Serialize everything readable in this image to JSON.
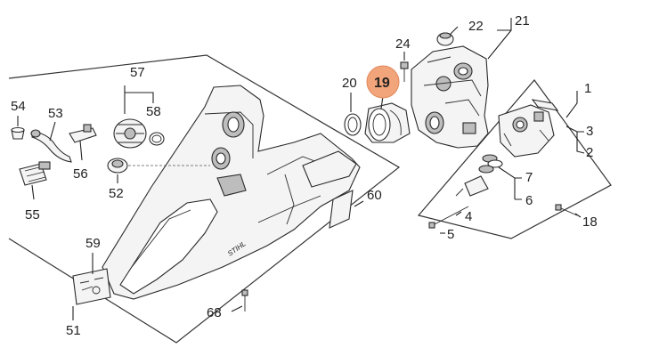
{
  "diagram": {
    "highlight_color": "#f2a47a",
    "highlighted_part": "19",
    "callouts": {
      "c1": "1",
      "c2": "2",
      "c3": "3",
      "c4": "4",
      "c5": "5",
      "c6": "6",
      "c7": "7",
      "c18": "18",
      "c19": "19",
      "c20": "20",
      "c21": "21",
      "c22": "22",
      "c24": "24",
      "c51": "51",
      "c52": "52",
      "c53": "53",
      "c54": "54",
      "c55": "55",
      "c56": "56",
      "c57": "57",
      "c58": "58",
      "c59": "59",
      "c60": "60",
      "c68": "68"
    },
    "housing_logo": "STIHL"
  }
}
